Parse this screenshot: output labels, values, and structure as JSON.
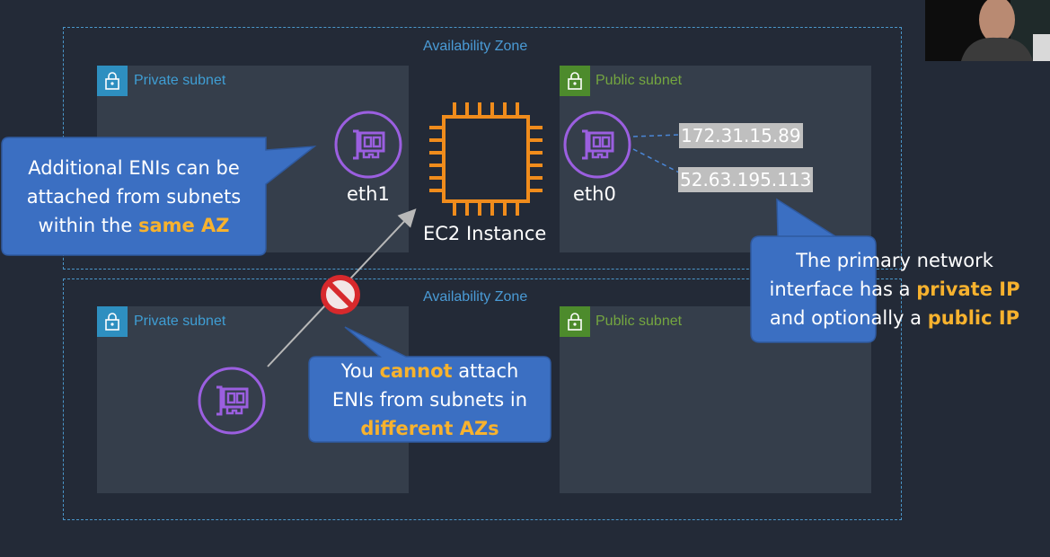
{
  "availability_zones": [
    {
      "label": "Availability Zone"
    },
    {
      "label": "Availability Zone"
    }
  ],
  "subnets": {
    "top_private": {
      "label": "Private subnet"
    },
    "top_public": {
      "label": "Public subnet"
    },
    "bottom_private": {
      "label": "Private subnet"
    },
    "bottom_public": {
      "label": "Public subnet"
    }
  },
  "eni": {
    "eth1": "eth1",
    "eth0": "eth0"
  },
  "ec2": {
    "label": "EC2 Instance"
  },
  "ips": {
    "private": "172.31.15.89",
    "public": "52.63.195.113"
  },
  "callouts": {
    "left": {
      "line1": "Additional ENIs can be",
      "line2": "attached from subnets",
      "line3_prefix": "within the ",
      "line3_highlight": "same AZ"
    },
    "right": {
      "line1": "The primary network",
      "line2_prefix": "interface has a ",
      "line2_highlight": "private IP",
      "line3_prefix": "and optionally a ",
      "line3_highlight": "public IP"
    },
    "bottom": {
      "line1_prefix": "You ",
      "line1_highlight": "cannot",
      "line1_suffix": " attach",
      "line2": "ENIs from subnets in",
      "line3_highlight": "different AZs"
    }
  },
  "colors": {
    "background": "#232a37",
    "subnet": "#353e4b",
    "az_border": "#4a96c9",
    "private": "#2e8fc0",
    "public": "#4d8b2c",
    "ec2_orange": "#f08c1c",
    "eni_purple": "#9b5fe0",
    "callout": "#3b6fc2",
    "highlight": "#f7b22e"
  },
  "icons": [
    "lock-icon",
    "network-interface-icon",
    "ec2-chip-icon",
    "prohibited-icon"
  ]
}
